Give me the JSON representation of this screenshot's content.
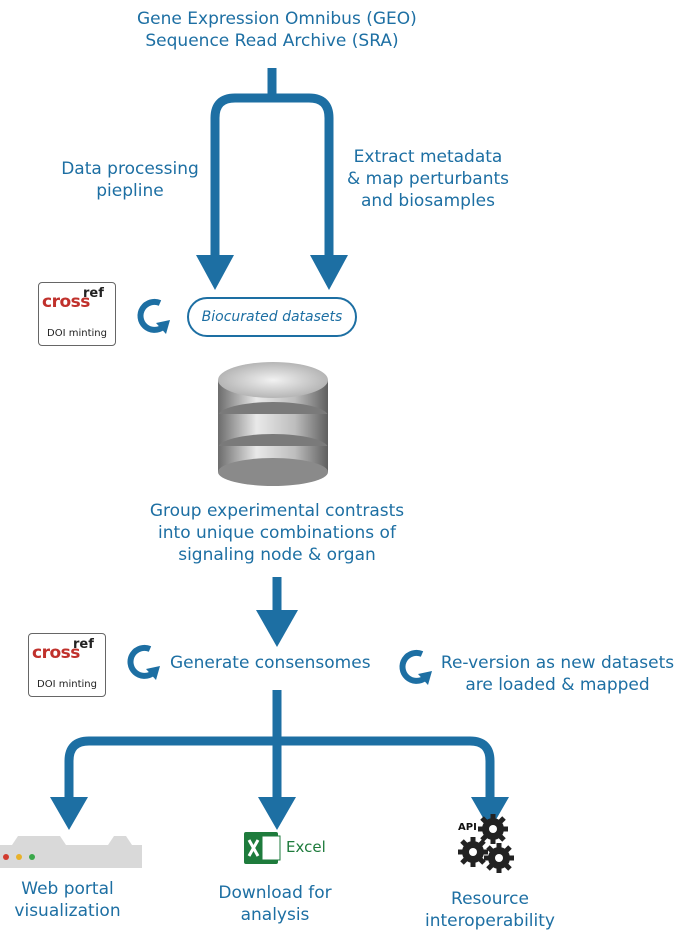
{
  "source": {
    "line1": "Gene Expression Omnibus (GEO)",
    "line2": "Sequence Read Archive (SRA)"
  },
  "left_branch": {
    "line1": "Data processing",
    "line2": "piepline"
  },
  "right_branch": {
    "line1": "Extract metadata",
    "line2": "& map perturbants",
    "line3": "and biosamples"
  },
  "crossref_logo": {
    "word": "cross",
    "ref": "ref",
    "caption": "DOI minting"
  },
  "biocurated": "Biocurated datasets",
  "grouping": {
    "line1": "Group experimental contrasts",
    "line2": "into unique combinations of",
    "line3": "signaling node & organ"
  },
  "consensomes": "Generate consensomes",
  "reversion": {
    "line1": "Re-version as new datasets",
    "line2": "are loaded & mapped"
  },
  "outputs": {
    "web": {
      "line1": "Web portal",
      "line2": "visualization"
    },
    "excel_label": "Excel",
    "download": {
      "line1": "Download for",
      "line2": "analysis"
    },
    "api_label": "API",
    "resource": {
      "line1": "Resource",
      "line2": "interoperability"
    }
  },
  "colors": {
    "primary": "#1d6fa3",
    "crossref_red": "#c0312c",
    "excel_green": "#1e7b3c"
  },
  "icons": [
    "cycle-icon",
    "database-icon",
    "web-portal-icon",
    "excel-icon",
    "api-gears-icon"
  ]
}
